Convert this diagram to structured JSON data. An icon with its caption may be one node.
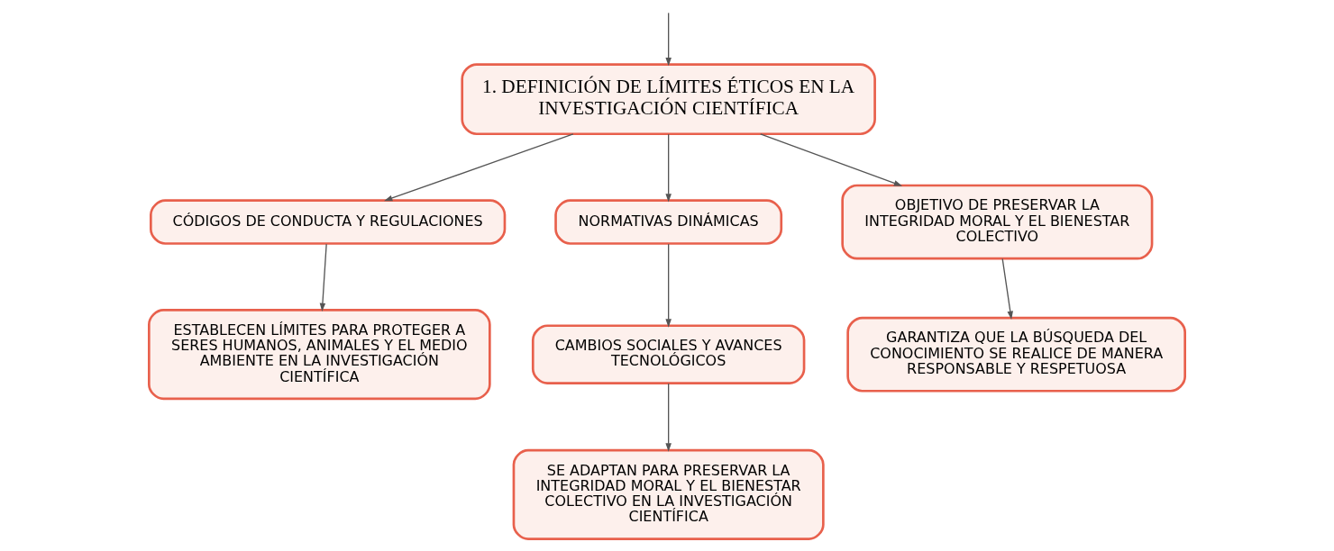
{
  "diagram": {
    "nodes": [
      {
        "text": [
          "1. DEFINICIÓN DE LÍMITES ÉTICOS EN LA INVESTIGACIÓN CIENTÍFICA"
        ]
      },
      {
        "text": [
          "CÓDIGOS DE CONDUCTA Y REGULACIONES"
        ]
      },
      {
        "text": [
          "NORMATIVAS DINÁMICAS"
        ]
      },
      {
        "text": [
          "OBJETIVO DE PRESERVAR LA INTEGRIDAD MORAL Y EL BIENESTAR COLECTIVO"
        ]
      },
      {
        "text": [
          "ESTABLECEN LÍMITES PARA PROTEGER A SERES HUMANOS, ANIMALES Y EL MEDIO AMBIENTE EN LA INVESTIGACIÓN CIENTÍFICA"
        ]
      },
      {
        "text": [
          "CAMBIOS SOCIALES Y AVANCES TECNOLÓGICOS"
        ]
      },
      {
        "text": [
          "SE ADAPTAN PARA PRESERVAR LA INTEGRIDAD MORAL Y EL BIENESTAR COLECTIVO EN LA INVESTIGACIÓN CIENTÍFICA"
        ]
      },
      {
        "text": [
          "GARANTIZA QUE LA BÚSQUEDA DEL CONOCIMIENTO SE REALICE DE MANERA RESPONSABLE Y RESPETUOSA"
        ]
      }
    ],
    "edges": [
      {
        "from": null,
        "to": 0,
        "arrow": "to"
      },
      {
        "from": 0,
        "to": 1,
        "arrow": "to"
      },
      {
        "from": 0,
        "to": 2,
        "arrow": "to"
      },
      {
        "from": 0,
        "to": 3,
        "arrow": "to"
      },
      {
        "from": 1,
        "to": 4,
        "arrow": "to"
      },
      {
        "from": 2,
        "to": 5,
        "arrow": "to"
      },
      {
        "from": 5,
        "to": 6,
        "arrow": "to"
      },
      {
        "from": 3,
        "to": 7,
        "arrow": "to"
      }
    ]
  }
}
